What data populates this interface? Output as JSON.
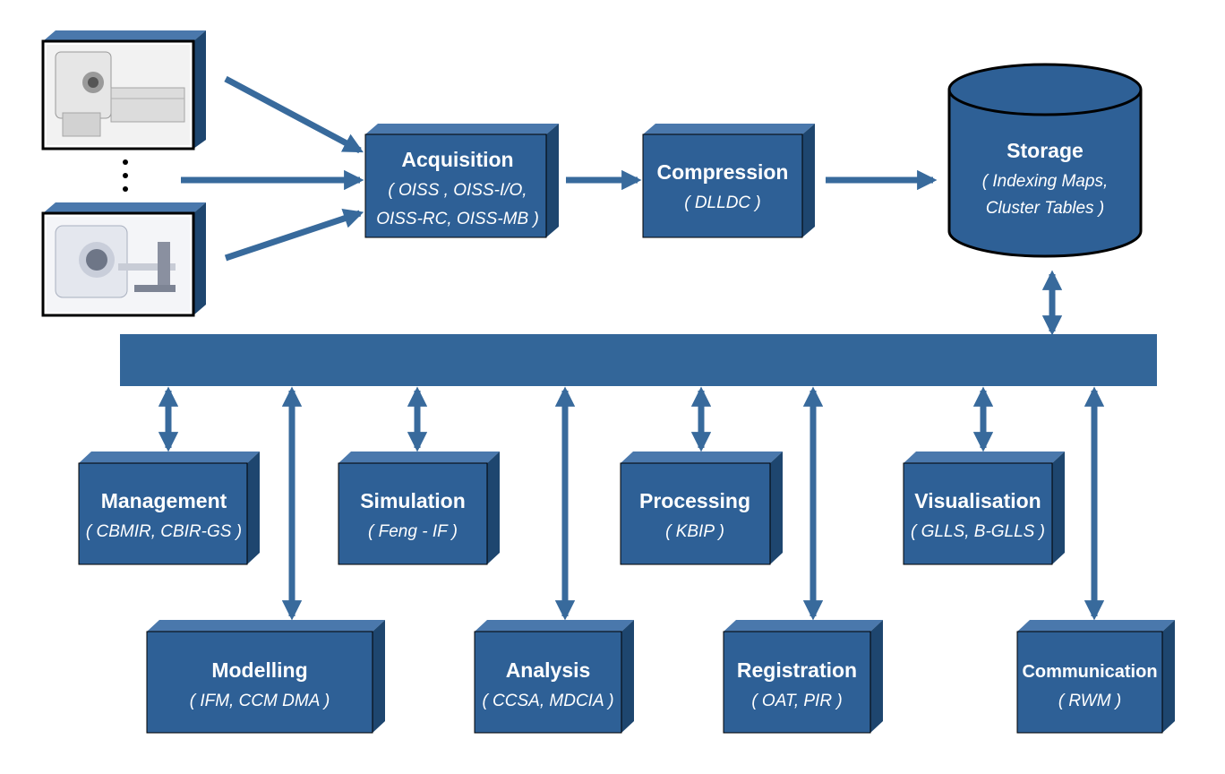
{
  "colors": {
    "box_front": "#2e6096",
    "box_top": "#4a78ac",
    "box_side": "#1e466f",
    "arrow": "#386a9c",
    "bus": "#336699"
  },
  "acquisition": {
    "title": "Acquisition",
    "line1": "( OISS , OISS-I/O,",
    "line2": "OISS-RC, OISS-MB )"
  },
  "compression": {
    "title": "Compression",
    "sub": "( DLLDC )"
  },
  "storage": {
    "title": "Storage",
    "line1": "( Indexing Maps,",
    "line2": "Cluster  Tables )"
  },
  "management": {
    "title": "Management",
    "sub": "( CBMIR, CBIR-GS )"
  },
  "simulation": {
    "title": "Simulation",
    "sub": "( Feng - IF )"
  },
  "processing": {
    "title": "Processing",
    "sub": "( KBIP )"
  },
  "visualisation": {
    "title": "Visualisation",
    "sub": "( GLLS, B-GLLS )"
  },
  "modelling": {
    "title": "Modelling",
    "sub": "( IFM, CCM DMA )"
  },
  "analysis": {
    "title": "Analysis",
    "sub": "( CCSA, MDCIA )"
  },
  "registration": {
    "title": "Registration",
    "sub": "( OAT, PIR )"
  },
  "communication": {
    "title": "Communication",
    "sub": "( RWM )"
  },
  "scanners": [
    "ct-scanner-image",
    "pet-scanner-image"
  ]
}
